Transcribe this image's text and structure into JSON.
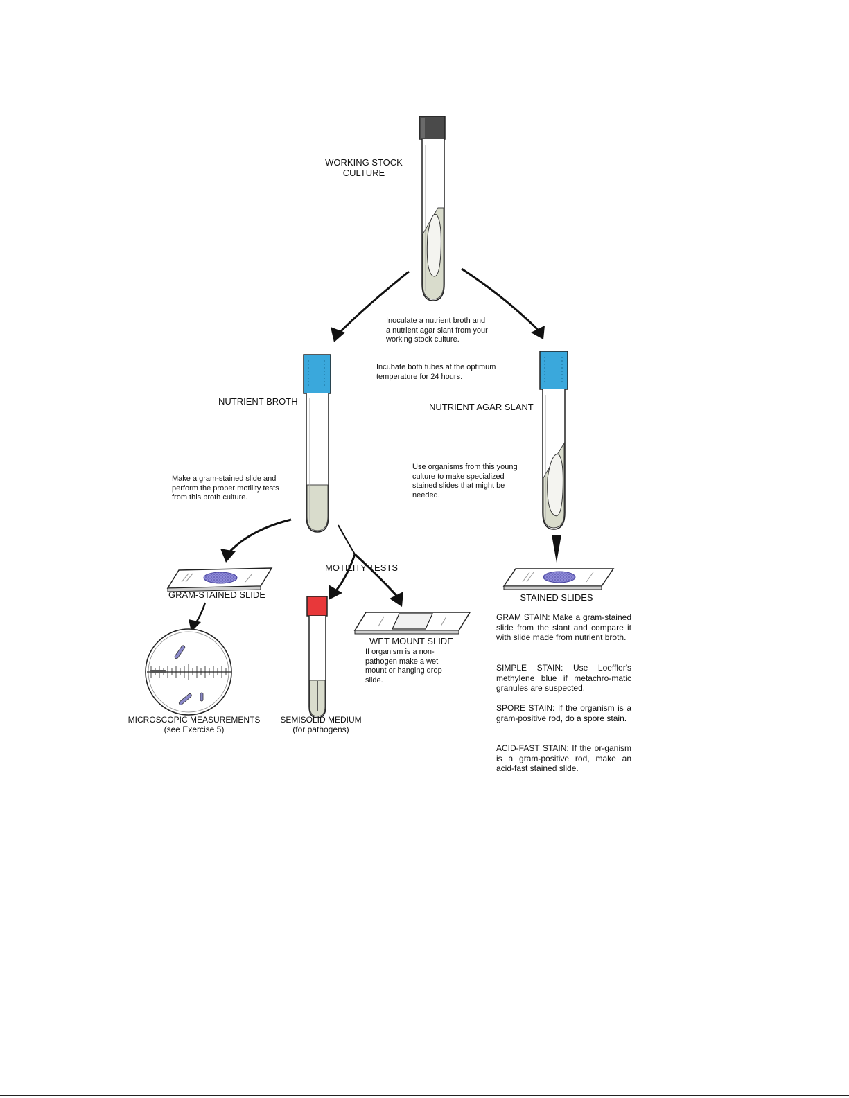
{
  "labels": {
    "working_stock": "WORKING STOCK\nCULTURE",
    "inoculate_note": "Inoculate a nutrient broth and\na nutrient agar slant from your\nworking stock culture.",
    "incubate_note": "Incubate both tubes at the optimum\ntemperature for 24 hours.",
    "nutrient_broth": "NUTRIENT BROTH",
    "nutrient_agar_slant": "NUTRIENT AGAR SLANT",
    "broth_note": "Make a gram-stained slide and\nperform the proper motility tests\nfrom this broth culture.",
    "slant_note": "Use organisms from this young\nculture to make specialized\nstained slides that might be\nneeded.",
    "motility_tests": "MOTILITY TESTS",
    "gram_stained_slide": "GRAM-STAINED SLIDE",
    "wet_mount_slide": "WET MOUNT SLIDE",
    "wet_mount_note": "If organism is a non-\npathogen make a wet\nmount or hanging drop\nslide.",
    "stained_slides": "STAINED SLIDES",
    "microscopic_measurements": "MICROSCOPIC MEASUREMENTS\n(see Exercise 5)",
    "semisolid_medium": "SEMISOLID MEDIUM\n(for pathogens)"
  },
  "stain_notes": [
    "GRAM STAIN: Make a gram-stained slide from the slant and compare it with slide made from nutrient broth.",
    "SIMPLE STAIN: Use Loeffler's methylene blue if metachro-matic granules are suspected.",
    "SPORE STAIN: If the organism is a gram-positive rod, do a spore stain.",
    "ACID-FAST STAIN: If the or-ganism is a gram-positive rod, make an acid-fast stained slide."
  ],
  "colors": {
    "stock_cap": "#4a4a4a",
    "broth_cap": "#3aa8dc",
    "slant_cap": "#3aa8dc",
    "semisolid_cap": "#e8383a",
    "medium": "#d9dccc",
    "smear": "#7c78c8"
  }
}
